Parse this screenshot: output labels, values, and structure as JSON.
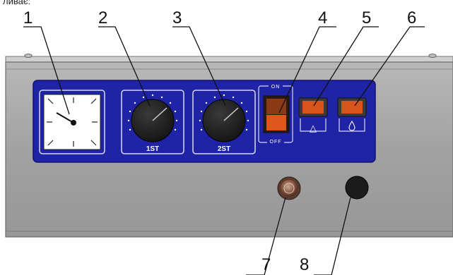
{
  "header_fragment": "ливає:",
  "callouts": [
    "1",
    "2",
    "3",
    "4",
    "5",
    "6",
    "7",
    "8"
  ],
  "dials": {
    "dial_1": "1ST",
    "dial_2": "2ST"
  },
  "power_switch": {
    "on_label": "ON",
    "off_label": "OFF"
  },
  "indicator_symbols": {
    "lamp_5": "△",
    "lamp_6": "💧"
  },
  "colors": {
    "housing": "#a3a3a3",
    "control_panel": "#1f23a6",
    "indicator_lamp": "#d9531c",
    "knob": "#1f1f1f"
  }
}
